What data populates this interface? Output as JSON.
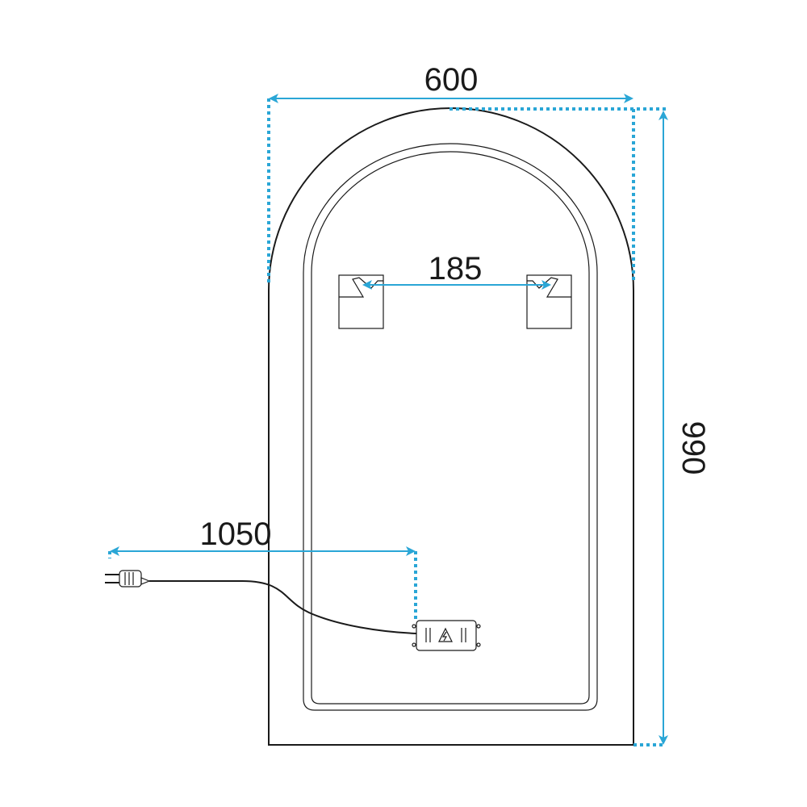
{
  "dimensions": {
    "width_label": "600",
    "height_label": "990",
    "hook_spacing_label": "185",
    "cable_length_label": "1050"
  },
  "colors": {
    "line": "#1a1a1a",
    "dimension": "#2aa6d6"
  },
  "icons": {
    "driver_box": "warning-bolt-icon",
    "plug": "plug-icon"
  }
}
